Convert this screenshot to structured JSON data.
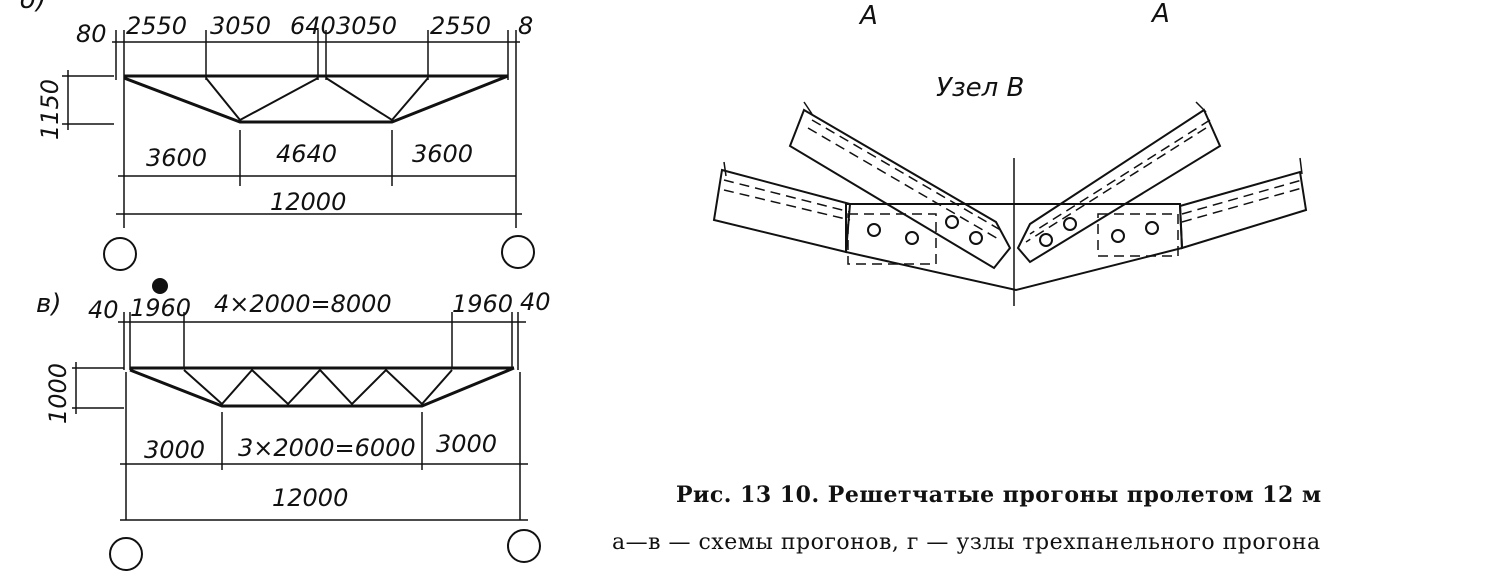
{
  "diagram_b": {
    "label": "б)",
    "top_dims": [
      "80",
      "2550",
      "3050",
      "640",
      "3050",
      "2550",
      "8"
    ],
    "height_dim": "1150",
    "bottom_dims": [
      "3600",
      "4640",
      "3600"
    ],
    "total": "12000"
  },
  "diagram_v": {
    "label": "в)",
    "top_dims": [
      "40",
      "1960",
      "4×2000=8000",
      "1960",
      "40"
    ],
    "height_dim": "1000",
    "bottom_dims": [
      "3000",
      "3×2000=6000",
      "3000"
    ],
    "total": "12000"
  },
  "node": {
    "title": "Узел В",
    "section_marks": [
      "А",
      "А"
    ]
  },
  "caption": {
    "title": "Рис. 13 10. Решетчатые прогоны пролетом 12 м",
    "subtitle": "а—в — схемы прогонов, г — узлы трехпанельного прогона"
  }
}
